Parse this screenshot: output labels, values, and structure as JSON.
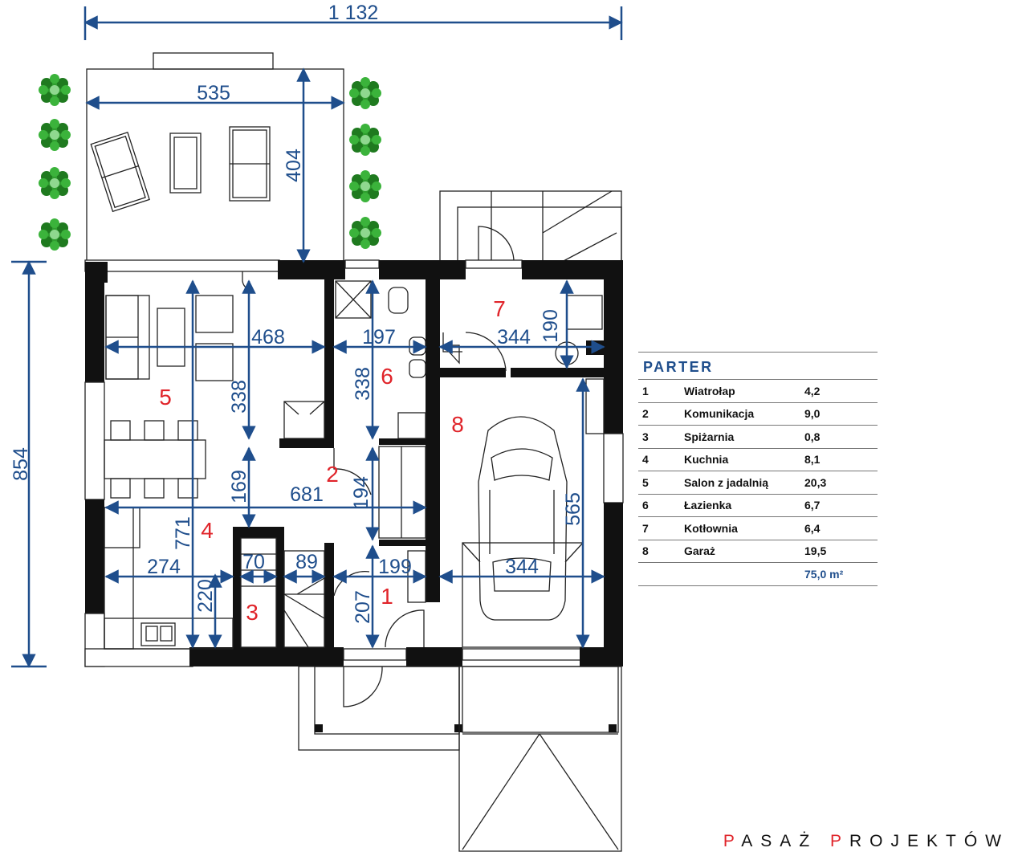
{
  "dimensions": {
    "overall_width": "1 132",
    "overall_depth": "854",
    "terrace_width": "535",
    "terrace_depth": "404",
    "salon_width": "468",
    "salon_depth": "338",
    "bath_width": "197",
    "bath_depth": "338",
    "boiler_width": "344",
    "boiler_depth": "190",
    "hall_width": "681",
    "hall_upper": "169",
    "hall_depth": "194",
    "kitchen_width": "274",
    "kitchen_depth": "220",
    "stair_width_a": "70",
    "stair_width_b": "89",
    "vestibule_width": "199",
    "vestibule_depth": "207",
    "garage_depth": "565",
    "garage_width": "344",
    "left_depth": "771"
  },
  "room_labels": [
    "1",
    "2",
    "3",
    "4",
    "5",
    "6",
    "7",
    "8"
  ],
  "legend": {
    "title": "PARTER",
    "rows": [
      {
        "num": "1",
        "name": "Wiatrołap",
        "area": "4,2"
      },
      {
        "num": "2",
        "name": "Komunikacja",
        "area": "9,0"
      },
      {
        "num": "3",
        "name": "Spiżarnia",
        "area": "0,8"
      },
      {
        "num": "4",
        "name": "Kuchnia",
        "area": "8,1"
      },
      {
        "num": "5",
        "name": "Salon z jadalnią",
        "area": "20,3"
      },
      {
        "num": "6",
        "name": "Łazienka",
        "area": "6,7"
      },
      {
        "num": "7",
        "name": "Kotłownia",
        "area": "6,4"
      },
      {
        "num": "8",
        "name": "Garaż",
        "area": "19,5"
      }
    ],
    "total": "75,0 m²"
  },
  "brand": {
    "first_initial": "P",
    "first_rest": "ASAŻ ",
    "second_initial": "P",
    "second_rest": "ROJEKTÓW"
  },
  "colors": {
    "dimension": "#1f4e8c",
    "room_number": "#e0242a",
    "wall": "#111111",
    "plant": "#2f9e2f"
  }
}
